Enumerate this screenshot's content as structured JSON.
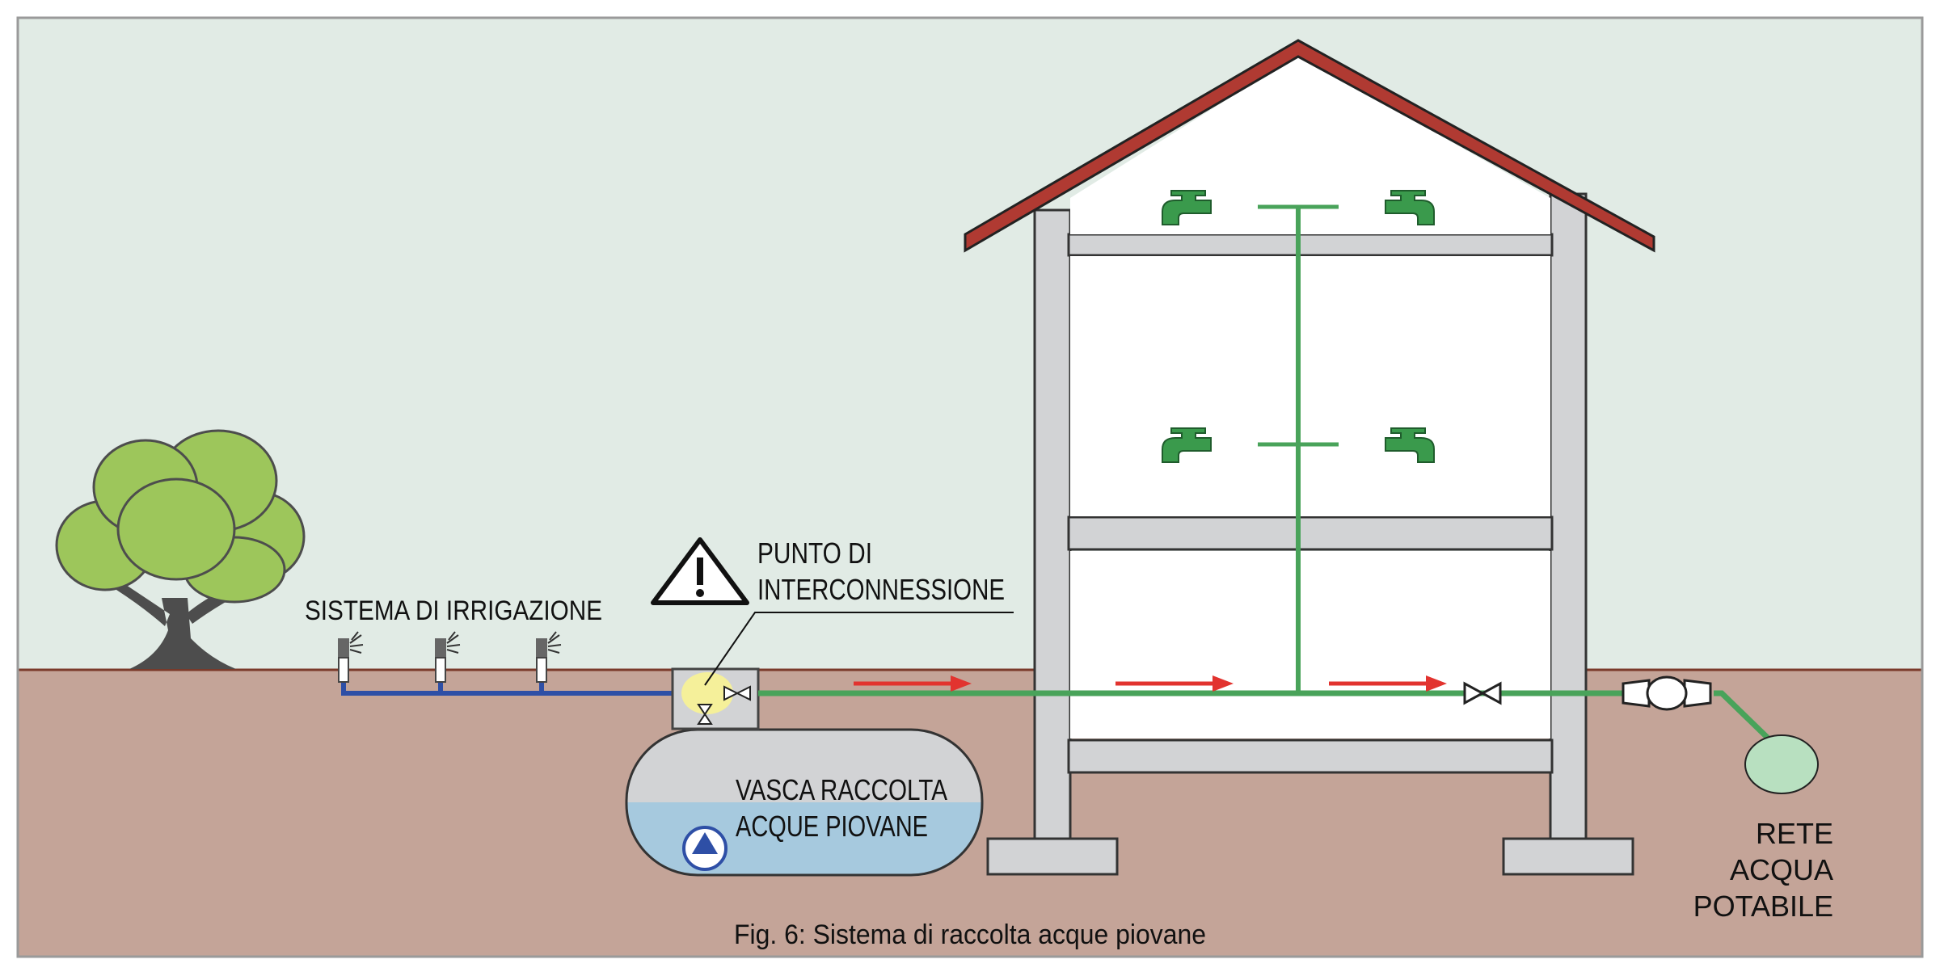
{
  "labels": {
    "irrigation": "SISTEMA DI IRRIGAZIONE",
    "interconnection_line1": "PUNTO DI",
    "interconnection_line2": "INTERCONNESSIONE",
    "tank_line1": "VASCA RACCOLTA",
    "tank_line2": "ACQUE PIOVANE",
    "network_line1": "RETE",
    "network_line2": "ACQUA",
    "network_line3": "POTABILE",
    "caption": "Fig. 6: Sistema di raccolta acque piovane"
  },
  "colors": {
    "sky": "#e1ebe5",
    "ground": "#c4a498",
    "roof": "#b03a32",
    "wall": "#d2d3d5",
    "rain_pipe": "#2e4fa6",
    "potable_pipe": "#49a35a",
    "flow_arrow": "#e2332f",
    "tap": "#3a9a4c",
    "water": "#a6c9de",
    "highlight": "#f5f09a",
    "tree_canopy": "#9dc65b",
    "tree_trunk": "#4d4d4d"
  },
  "icons": {
    "warning": "warning-triangle-icon",
    "tap": "water-tap-icon",
    "valve": "valve-icon",
    "pump": "pump-icon",
    "meter": "water-meter-icon",
    "sprinkler": "sprinkler-icon"
  }
}
